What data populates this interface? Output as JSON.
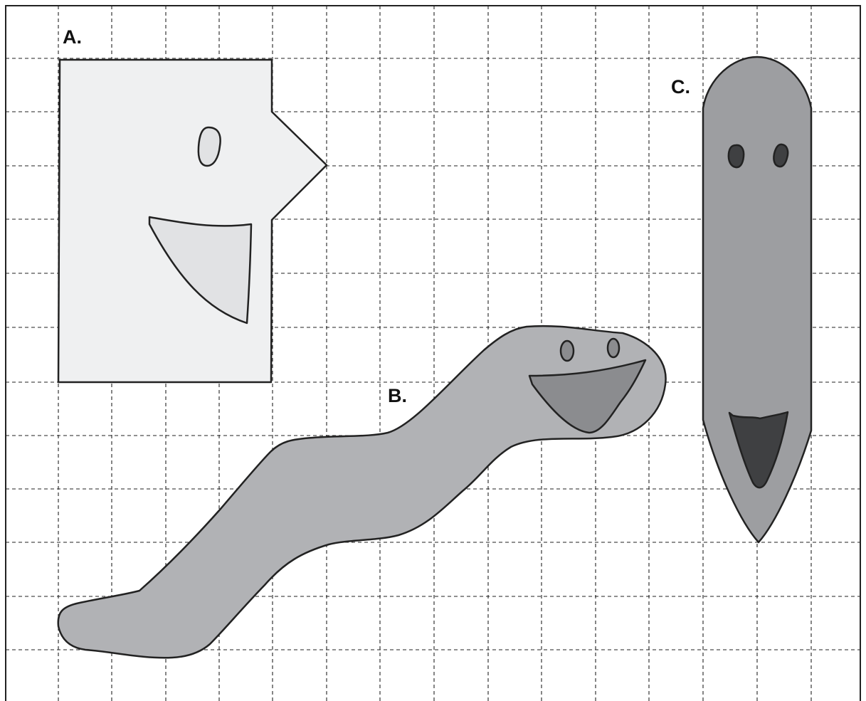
{
  "labels": {
    "a": "A.",
    "b": "B.",
    "c": "C."
  },
  "colors": {
    "background": "#ffffff",
    "grid": "#222222",
    "shape_a_fill": "#eff0f1",
    "shape_a_features": "#e1e2e4",
    "shape_b_fill": "#b1b2b5",
    "shape_b_features": "#8b8c8f",
    "shape_c_fill": "#9d9ea1",
    "shape_c_features": "#3f4042"
  }
}
